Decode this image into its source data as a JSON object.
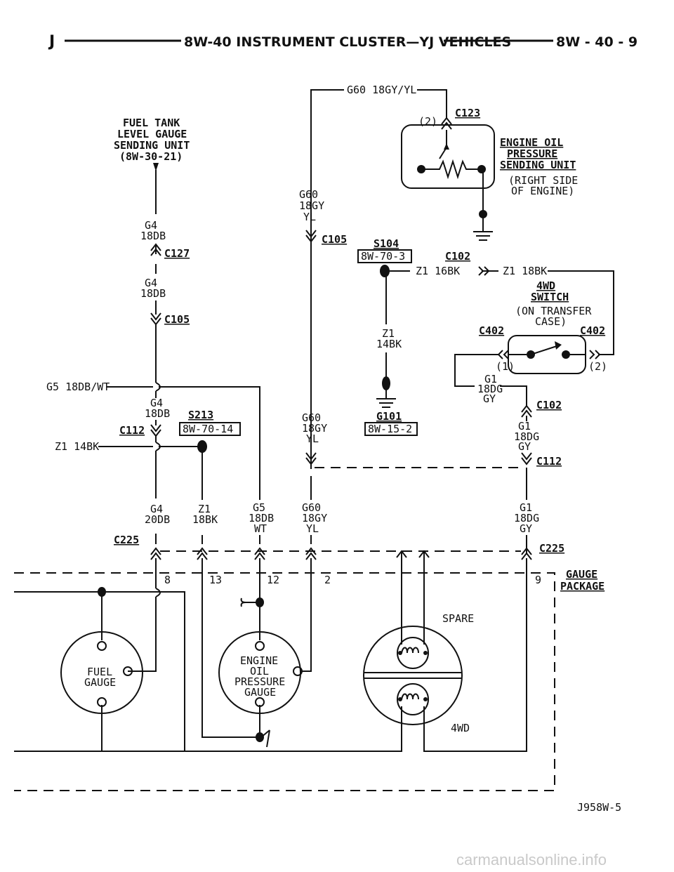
{
  "header": {
    "left": "J",
    "title": "8W-40 INSTRUMENT CLUSTER—YJ VEHICLES",
    "right": "8W - 40 - 9"
  },
  "components": {
    "fuel_sender": [
      "FUEL TANK",
      "LEVEL GAUGE",
      "SENDING UNIT",
      "(8W-30-21)"
    ],
    "oil_sender": [
      "ENGINE OIL",
      "PRESSURE",
      "SENDING UNIT"
    ],
    "oil_sender_note": [
      "(RIGHT SIDE",
      "OF ENGINE)"
    ],
    "switch_4wd": [
      "4WD",
      "SWITCH"
    ],
    "switch_note": [
      "(ON TRANSFER",
      "CASE)"
    ],
    "fuel_gauge": [
      "FUEL",
      "GAUGE"
    ],
    "oil_gauge": [
      "ENGINE",
      "OIL",
      "PRESSURE",
      "GAUGE"
    ],
    "spare": "SPARE",
    "fourwd": "4WD",
    "gauge_package": [
      "GAUGE",
      "PACKAGE"
    ]
  },
  "wires": {
    "g60_top": "G60 18GY/YL",
    "g60_a": [
      "G60",
      "18GY",
      "YL"
    ],
    "g60_b": [
      "G60",
      "18GY",
      "YL"
    ],
    "g60_c": [
      "G60",
      "18GY",
      "YL"
    ],
    "g4_a": [
      "G4",
      "18DB"
    ],
    "g4_b": [
      "G4",
      "18DB"
    ],
    "g4_c": [
      "G4",
      "18DB"
    ],
    "g4_d": [
      "G4",
      "20DB"
    ],
    "g5_left": "G5 18DB/WT",
    "g5_bottom": [
      "G5",
      "18DB",
      "WT"
    ],
    "z1_left": "Z1 14BK",
    "z1_mid": [
      "Z1",
      "14BK"
    ],
    "z1_bottom": [
      "Z1",
      "18BK"
    ],
    "z1_16": "Z1 16BK",
    "z1_18": "Z1 18BK",
    "g1_a": [
      "G1",
      "18DG",
      "GY"
    ],
    "g1_b": [
      "G1",
      "18DG",
      "GY"
    ],
    "g1_c": [
      "G1",
      "18DG",
      "GY"
    ]
  },
  "connectors": {
    "c123": "C123",
    "c123_pin": "(2)",
    "c105_a": "C105",
    "c105_b": "C105",
    "c127": "C127",
    "c102_a": "C102",
    "c102_b": "C102",
    "c402_a": "C402",
    "c402_b": "C402",
    "c402_pin1": "(1)",
    "c402_pin2": "(2)",
    "c112_a": "C112",
    "c112_b": "C112",
    "c225_a": "C225",
    "c225_b": "C225"
  },
  "splices": {
    "s104": "S104",
    "s104_ref": "8W-70-3",
    "s213": "S213",
    "s213_ref": "8W-70-14",
    "g101": "G101",
    "g101_ref": "8W-15-2"
  },
  "pins": [
    "8",
    "13",
    "12",
    "2",
    "9"
  ],
  "figure_id": "J958W-5",
  "watermark": "carmanualsonline.info"
}
